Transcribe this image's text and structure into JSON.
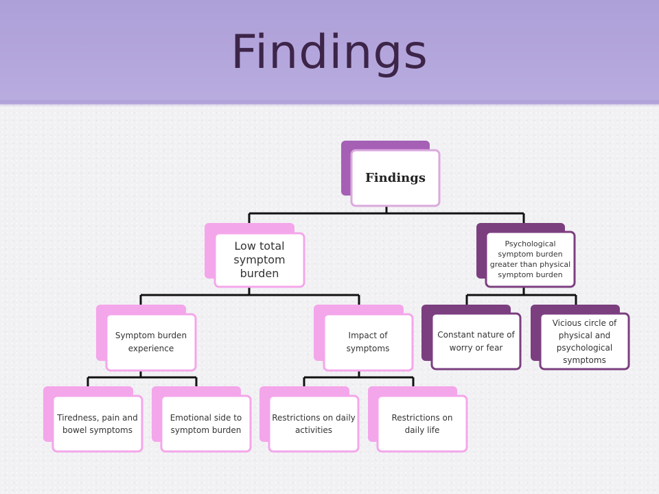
{
  "slide": {
    "title": "Findings"
  },
  "diagram": {
    "root": "Findings",
    "low_total": "Low total symptom burden",
    "psychological": "Psychological symptom burden greater than physical symptom burden",
    "symptom_experience": "Symptom burden experience",
    "impact": "Impact of symptoms",
    "constant_worry": "Constant nature of worry or fear",
    "vicious_circle": "Vicious circle of physical and psychological symptoms",
    "tiredness": "Tiredness, pain and bowel symptoms",
    "emotional": "Emotional side to symptom burden",
    "restrict_activities": "Restrictions on daily activities",
    "restrict_life": "Restrictions on daily life"
  },
  "colors": {
    "header": "#b3a6dc",
    "title": "#3d2549",
    "root": "#a55fb5",
    "level1_left": "#f4a6ea",
    "level1_right": "#7b3f7f",
    "level2_left": "#f4a6ea",
    "level2_right": "#7b3f7f",
    "connector": "#111111"
  }
}
